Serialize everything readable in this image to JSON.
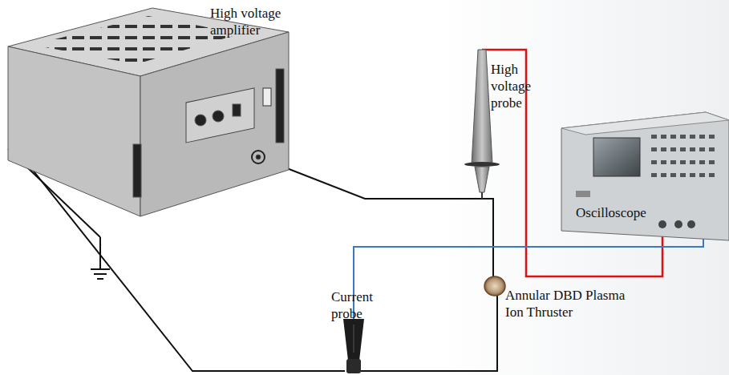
{
  "diagram": {
    "labels": [
      "High voltage amplifier",
      "High voltage probe",
      "Oscilloscope",
      "Current probe",
      "Annular DBD Plasma Ion Thruster"
    ]
  }
}
